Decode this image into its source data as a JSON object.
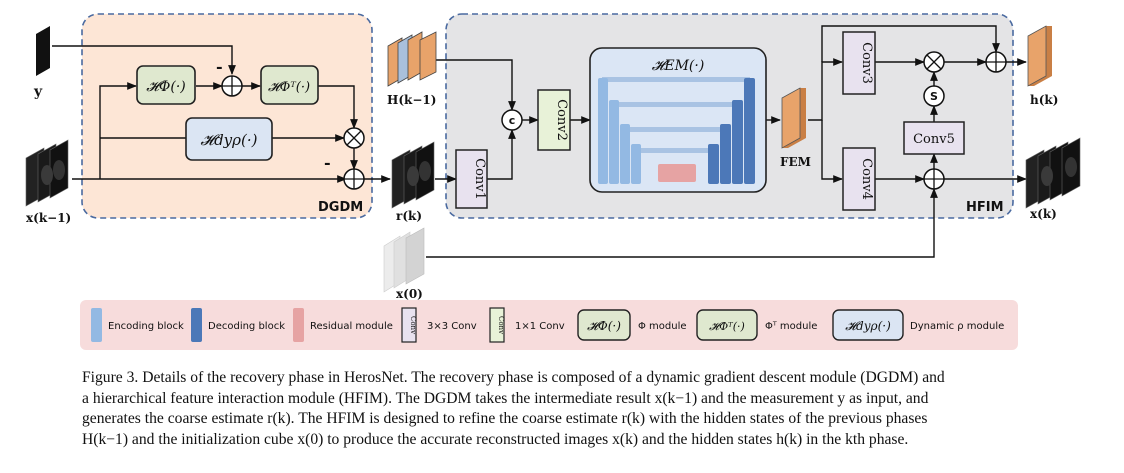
{
  "diagram": {
    "modules": {
      "dgdm": "DGDM",
      "hfim": "HFIM",
      "h_phi": "𝓗Φ(·)",
      "h_phit": "𝓗Φᵀ(·)",
      "h_dyp": "𝓗dyρ(·)",
      "h_em": "𝓗EM(·)",
      "conv1": "Conv1",
      "conv2": "Conv2",
      "conv3": "Conv3",
      "conv4": "Conv4",
      "conv5": "Conv5"
    },
    "operators": {
      "concat": "c",
      "sigmoid": "S",
      "plus": "⊕",
      "times": "⊗",
      "minus": "-"
    },
    "variables": {
      "y": "y",
      "x_prev": "x(k−1)",
      "r_k": "r(k)",
      "h_prev": "H(k−1)",
      "f_em": "FEM",
      "h_k": "h(k)",
      "x_k": "x(k)",
      "x_0": "x(0)"
    },
    "legend": [
      {
        "swatch": "encoding",
        "label": "Encoding block"
      },
      {
        "swatch": "decoding",
        "label": "Decoding block"
      },
      {
        "swatch": "residual",
        "label": "Residual module"
      },
      {
        "swatch": "conv3x3",
        "label": "3×3 Conv",
        "swatch_text": "Conv"
      },
      {
        "swatch": "conv1x1",
        "label": "1×1 Conv",
        "swatch_text": "Conv"
      },
      {
        "swatch": "phi",
        "label": "Φ module"
      },
      {
        "swatch": "phit",
        "label": "Φᵀ module"
      },
      {
        "swatch": "dyp",
        "label": "Dynamic ρ module"
      }
    ],
    "colors": {
      "dgdm_bg": "#fde6d6",
      "hfim_bg": "#e4e4e6",
      "legend_bg": "#f7dcdc",
      "encoding": "#93b9e3",
      "decoding": "#4c78b8",
      "residual": "#e6a3a3",
      "h_em_bg": "#dbe6f5",
      "phi_module": "#dfe8cf",
      "conv3x3": "#e8e2ef",
      "conv1x1": "#e8f2d8",
      "dyp_module": "#dbe5f3",
      "feature_orange": "#e8a36a"
    }
  },
  "caption": {
    "line1": "Figure 3. Details of the recovery phase in HerosNet. The recovery phase is composed of a dynamic gradient descent module (DGDM) and",
    "line2": "a hierarchical feature interaction module (HFIM). The DGDM takes the intermediate result x(k−1) and the measurement y as input, and",
    "line3": "generates the coarse estimate r(k). The HFIM is designed to refine the coarse estimate r(k) with the hidden states of the previous phases",
    "line4": "H(k−1) and the initialization cube x(0) to produce the accurate reconstructed images x(k) and the hidden states h(k) in the kth phase."
  }
}
